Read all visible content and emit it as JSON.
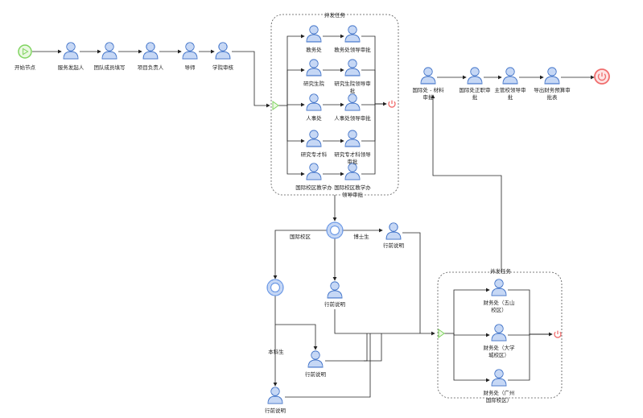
{
  "start": {
    "label": "开始节点",
    "color": "#7fd45f"
  },
  "end": {
    "color": "#f06d6d"
  },
  "main_flow": [
    "服务发起人",
    "团队成员填写",
    "项目负责人",
    "导师",
    "学院审核"
  ],
  "parallel_top": {
    "title": "并发任务",
    "pairs": [
      [
        "教务处",
        "教务处领导审批"
      ],
      [
        "研究生院",
        "研究生院领导审批"
      ],
      [
        "人事处",
        "人事处领导审批"
      ],
      [
        "研究专才科",
        "研究专才科领导审批"
      ],
      [
        "国际校区教学办",
        "国际校区教学办领导审批"
      ]
    ]
  },
  "right_flow": [
    "国际处 - 材料审批",
    "国际处正职审批",
    "主管校领导审批",
    "导出财务预算审批表"
  ],
  "branches": {
    "intl_campus": "国际校区",
    "phd": "博士生",
    "undergrad": "本科生"
  },
  "admin_office": "行前说明",
  "parallel_bottom": {
    "title": "并发任务",
    "items": [
      "财务处（五山校区）",
      "财务处（大学城校区）",
      "财务处（广州国际校区）"
    ]
  },
  "colors": {
    "user_head": "#6f9be6",
    "user_stroke": "#3f72c8",
    "gateway": "#6f9be6",
    "line": "#222222"
  }
}
